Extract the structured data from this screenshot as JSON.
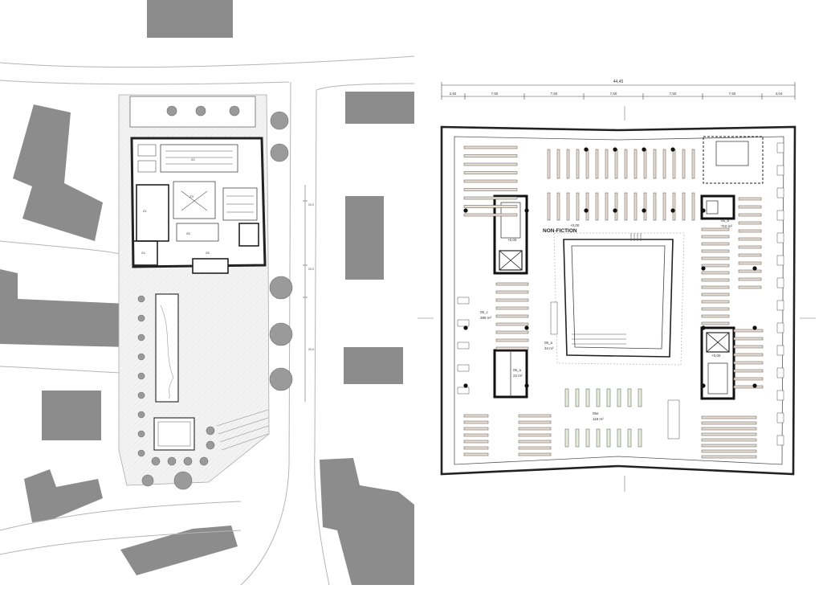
{
  "colors": {
    "building": "#8c8c8c",
    "line": "#222222",
    "light_line": "#b5b5b5",
    "paving": "#f1f1f1",
    "shelf_fill": "#eadfd3",
    "study_fill": "#e7eed9",
    "tree": "#9a9a9a"
  },
  "site_plan": {
    "labels": {
      "room_a": "Z1",
      "room_b": "Z2",
      "room_c": "Z3",
      "room_d": "Z4",
      "room_e": "Z5",
      "room_f": "Z6",
      "dim_1": "20,0",
      "dim_2": "20,0",
      "dim_3": "20,0"
    }
  },
  "floor_plan": {
    "overall_dimension": "44,45",
    "segment_dimensions": [
      "2,92",
      "7,50",
      "7,50",
      "7,50",
      "7,50",
      "7,50",
      "4,04"
    ],
    "section_title": "NON-FICTION",
    "rooms": {
      "west": {
        "code": "05_c",
        "area": "389 m²"
      },
      "east": {
        "code": "05_d",
        "area": "710 m²"
      },
      "center": {
        "code": "05_a",
        "area": "34 m²"
      },
      "south": {
        "code": "05e",
        "area": "118 m²"
      },
      "wc": {
        "code": "05_a",
        "area": "22 m²"
      }
    },
    "levels": {
      "north": "+0,00",
      "stair_west": "+0,00",
      "stair_east": "+0,00"
    }
  }
}
